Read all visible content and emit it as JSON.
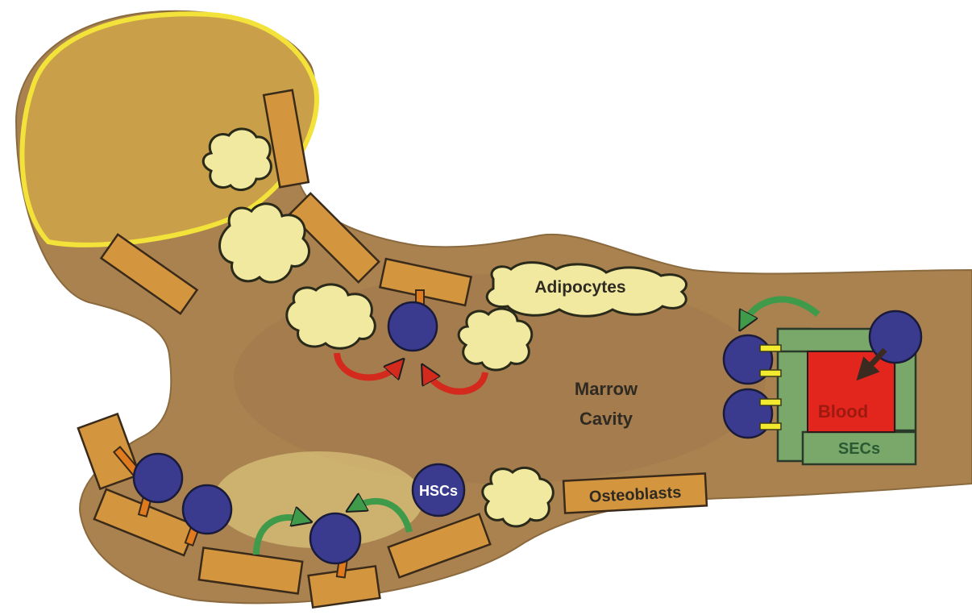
{
  "labels": {
    "adipocytes": "Adipocytes",
    "marrow_line1": "Marrow",
    "marrow_line2": "Cavity",
    "blood": "Blood",
    "secs": "SECs",
    "hscs": "HSCs",
    "osteoblasts": "Osteoblasts"
  },
  "colors": {
    "bone": "#a9824f",
    "bone_edge": "#8a6a3e",
    "femoral_head": "#c9a049",
    "yellow_edge": "#f2e23a",
    "osteoblast": "#d4953f",
    "adipocyte": "#f2e9a0",
    "hsc": "#3a3a8f",
    "connector": "#e07a1e",
    "green_arrow": "#3f9a4a",
    "red_arrow": "#d42a1e",
    "blood": "#e3261d",
    "sec": "#7aa86a",
    "adhesion": "#f1ea2f",
    "endosteal_glow": "#d9c07a"
  }
}
